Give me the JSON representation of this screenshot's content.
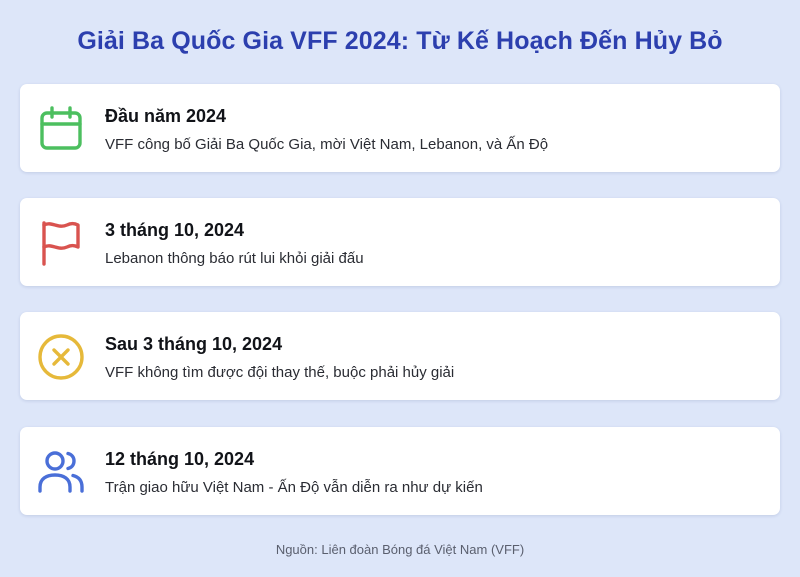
{
  "title": "Giải Ba Quốc Gia VFF 2024: Từ Kế Hoạch Đến Hủy Bỏ",
  "colors": {
    "title": "#2c3fae",
    "background": "#dde6f9",
    "calendar_icon": "#4cbf5f",
    "flag_icon": "#d9534f",
    "cancel_icon": "#e6b93a",
    "users_icon": "#4a6fd8"
  },
  "events": [
    {
      "icon": "calendar-icon",
      "date": "Đầu năm 2024",
      "description": "VFF công bố Giải Ba Quốc Gia, mời Việt Nam, Lebanon, và Ấn Độ"
    },
    {
      "icon": "flag-icon",
      "date": "3 tháng 10, 2024",
      "description": "Lebanon thông báo rút lui khỏi giải đấu"
    },
    {
      "icon": "x-circle-icon",
      "date": "Sau 3 tháng 10, 2024",
      "description": "VFF không tìm được đội thay thế, buộc phải hủy giải"
    },
    {
      "icon": "users-icon",
      "date": "12 tháng 10, 2024",
      "description": "Trận giao hữu Việt Nam - Ấn Độ vẫn diễn ra như dự kiến"
    }
  ],
  "source": "Nguồn: Liên đoàn Bóng đá Việt Nam (VFF)"
}
